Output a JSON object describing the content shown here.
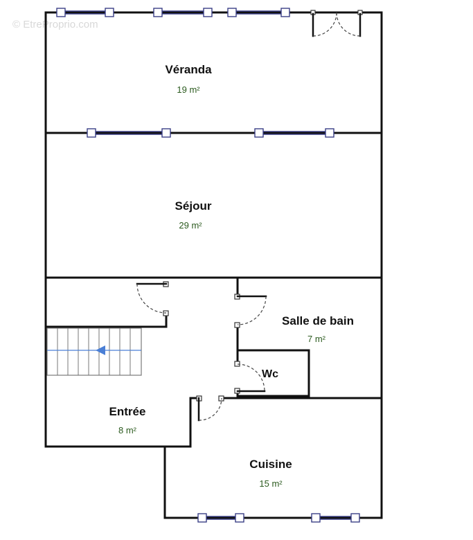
{
  "watermark": "© EtreProprio.com",
  "rooms": {
    "veranda": {
      "name": "Véranda",
      "area": "19 m²"
    },
    "sejour": {
      "name": "Séjour",
      "area": "29 m²"
    },
    "salle_de_bain": {
      "name": "Salle de bain",
      "area": "7 m²"
    },
    "wc": {
      "name": "Wc"
    },
    "entree": {
      "name": "Entrée",
      "area": "8 m²"
    },
    "cuisine": {
      "name": "Cuisine",
      "area": "15 m²"
    }
  },
  "colors": {
    "wall": "#111111",
    "window": "#3a3f86",
    "area_text": "#2b5a1e",
    "stair_arrow": "#4a7fd6"
  }
}
